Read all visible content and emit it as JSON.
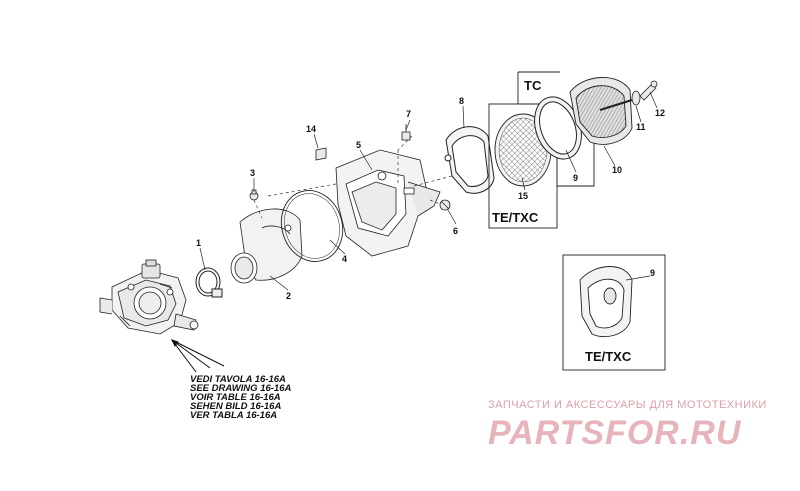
{
  "diagram": {
    "part_numbers": [
      "1",
      "2",
      "3",
      "4",
      "5",
      "6",
      "7",
      "8",
      "9",
      "10",
      "11",
      "12",
      "14",
      "15",
      "9"
    ],
    "box_labels": {
      "tc": "TC",
      "te_txc_top": "TE/TXC",
      "te_txc_bottom": "TE/TXC"
    },
    "reference_lines": [
      "VEDI TAVOLA 16-16A",
      "SEE DRAWING 16-16A",
      "VOIR TABLE 16-16A",
      "SEHEN BILD 16-16A",
      "VER TABLA 16-16A"
    ]
  },
  "watermark": {
    "tagline": "ЗАПЧАСТИ И АКСЕССУАРЫ ДЛЯ МОТОТЕХНИКИ",
    "logo_text": "PARTSFOR.RU",
    "tagline_color": "#d9a0a8",
    "logo_color": "#e8b4bc"
  },
  "colors": {
    "line": "#1a1a1a",
    "part_fill": "#f4f4f4",
    "dash": "#333333"
  }
}
